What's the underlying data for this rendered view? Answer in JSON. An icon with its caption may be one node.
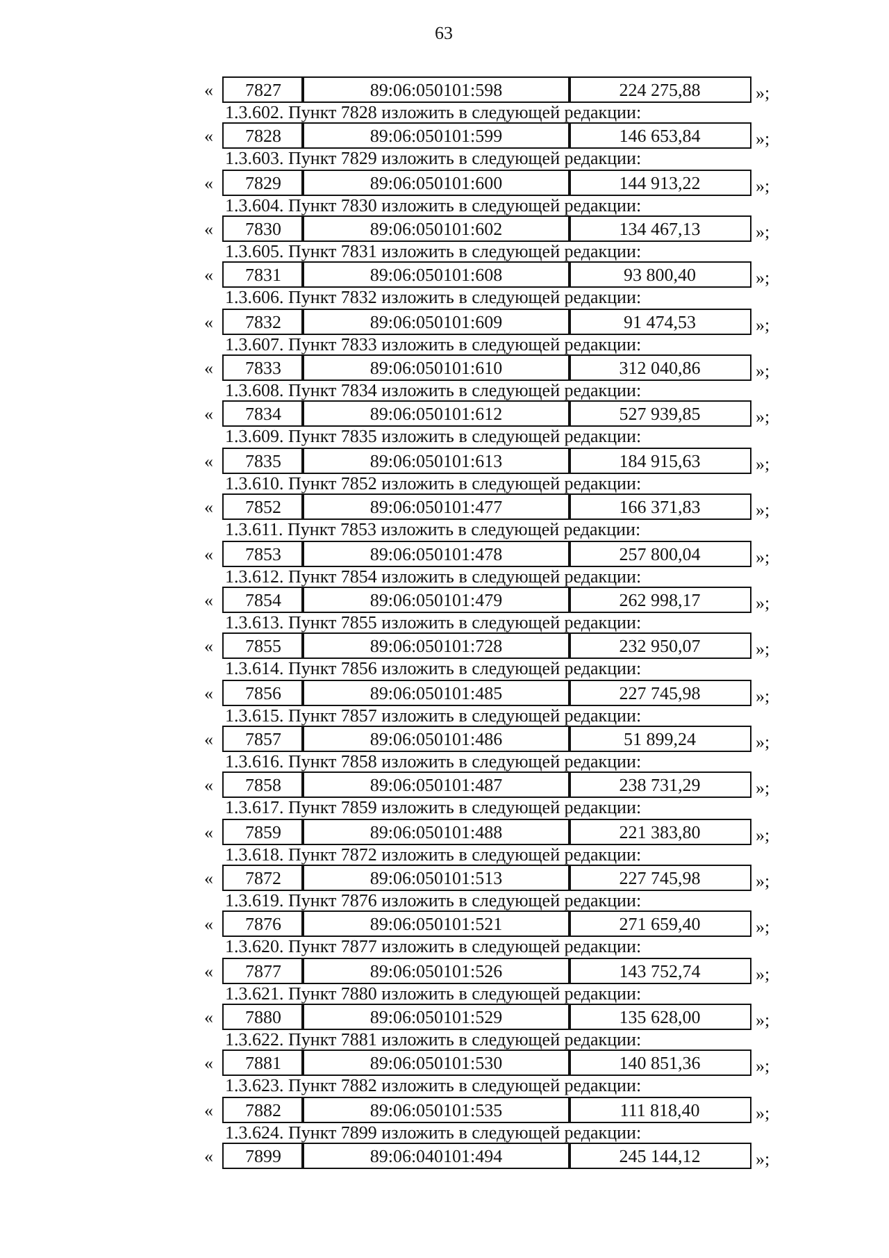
{
  "diagram": {
    "labels": [
      "63",
      "«",
      "7827",
      "89:06:050101:598",
      "224 275,88",
      "»;",
      "1.3.602. Пункт 7828 изложить в следующей редакции:",
      "«",
      "7828",
      "89:06:050101:599",
      "146 653,84",
      "»;",
      "1.3.603. Пункт 7829 изложить в следующей редакции:",
      "«",
      "7829",
      "89:06:050101:600",
      "144 913,22",
      "»;",
      "1.3.604. Пункт 7830 изложить в следующей редакции:",
      "«",
      "7830",
      "89:06:050101:602",
      "134 467,13",
      "»;",
      "1.3.605. Пункт 7831 изложить в следующей редакции:",
      "«",
      "7831",
      "89:06:050101:608",
      "93 800,40",
      "»;",
      "1.3.606. Пункт 7832 изложить в следующей редакции:",
      "«",
      "7832",
      "89:06:050101:609",
      "91 474,53",
      "»;",
      "1.3.607. Пункт 7833 изложить в следующей редакции:",
      "«",
      "7833",
      "89:06:050101:610",
      "312 040,86",
      "»;",
      "1.3.608. Пункт 7834 изложить в следующей редакции:",
      "«",
      "7834",
      "89:06:050101:612",
      "527 939,85",
      "»;",
      "1.3.609. Пункт 7835 изложить в следующей редакции:",
      "«",
      "7835",
      "89:06:050101:613",
      "184 915,63",
      "»;",
      "1.3.610. Пункт 7852 изложить в следующей редакции:",
      "«",
      "7852",
      "89:06:050101:477",
      "166 371,83",
      "»;",
      "1.3.611. Пункт 7853 изложить в следующей редакции:",
      "«",
      "7853",
      "89:06:050101:478",
      "257 800,04",
      "»;",
      "1.3.612. Пункт 7854 изложить в следующей редакции:",
      "«",
      "7854",
      "89:06:050101:479",
      "262 998,17",
      "»;",
      "1.3.613. Пункт 7855 изложить в следующей редакции:",
      "«",
      "7855",
      "89:06:050101:728",
      "232 950,07",
      "»;",
      "1.3.614. Пункт 7856 изложить в следующей редакции:",
      "«",
      "7856",
      "89:06:050101:485",
      "227 745,98",
      "»;",
      "1.3.615. Пункт 7857 изложить в следующей редакции:",
      "«",
      "7857",
      "89:06:050101:486",
      "51 899,24",
      "»;",
      "1.3.616. Пункт 7858 изложить в следующей редакции:",
      "«",
      "7858",
      "89:06:050101:487",
      "238 731,29",
      "»;",
      "1.3.617. Пункт 7859 изложить в следующей редакции:",
      "«",
      "7859",
      "89:06:050101:488",
      "221 383,80",
      "»;",
      "1.3.618. Пункт 7872 изложить в следующей редакции:",
      "«",
      "7872",
      "89:06:050101:513",
      "227 745,98",
      "»;",
      "1.3.619. Пункт 7876 изложить в следующей редакции:",
      "«",
      "7876",
      "89:06:050101:521",
      "271 659,40",
      "»;",
      "1.3.620. Пункт 7877 изложить в следующей редакции:",
      "«",
      "7877",
      "89:06:050101:526",
      "143 752,74",
      "»;",
      "1.3.621. Пункт 7880 изложить в следующей редакции:",
      "«",
      "7880",
      "89:06:050101:529",
      "135 628,00",
      "»;",
      "1.3.622. Пункт 7881 изложить в следующей редакции:",
      "«",
      "7881",
      "89:06:050101:530",
      "140 851,36",
      "»;",
      "1.3.623. Пункт 7882 изложить в следующей редакции:",
      "«",
      "7882",
      "89:06:050101:535",
      "111 818,40",
      "»;",
      "1.3.624. Пункт 7899 изложить в следующей редакции:",
      "«",
      "7899",
      "89:06:040101:494",
      "245 144,12",
      "»;"
    ]
  }
}
